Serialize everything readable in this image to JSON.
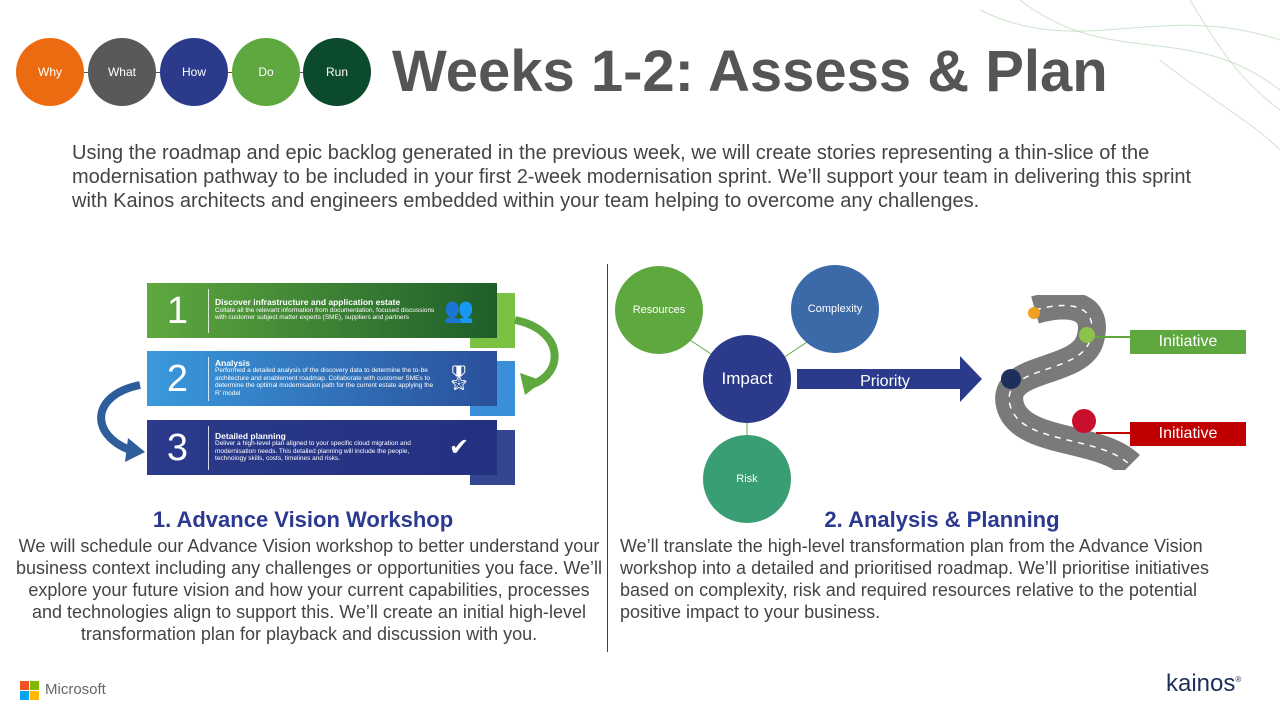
{
  "phases": [
    {
      "label": "Why",
      "color": "#ec6b10"
    },
    {
      "label": "What",
      "color": "#595959"
    },
    {
      "label": "How",
      "color": "#2b3a8a"
    },
    {
      "label": "Do",
      "color": "#5fa83f"
    },
    {
      "label": "Run",
      "color": "#0b4a2c"
    }
  ],
  "title": "Weeks 1-2: Assess & Plan",
  "intro": "Using the roadmap and epic backlog generated in the previous week, we will create stories representing a thin-slice of the modernisation pathway to be included in your first 2-week modernisation sprint. We’ll support your team in delivering this sprint with Kainos architects and engineers embedded within your team helping to overcome any challenges.",
  "steps": [
    {
      "num": "1",
      "title": "Discover infrastructure and application estate",
      "text": "Collate all the relevant information from documentation, focused discussions with customer subject matter experts (SME), suppliers and partners",
      "icon": "people-icon"
    },
    {
      "num": "2",
      "title": "Analysis",
      "text": "Performed a detailed analysis of the discovery data to determine the to-be architecture and enablement roadmap. Collaborate with customer SMEs to determine the optimal modernisation path for the current estate applying the R’ model",
      "icon": "award-ribbon-icon"
    },
    {
      "num": "3",
      "title": "Detailed planning",
      "text": "Deliver a high-level plan aligned to your specific cloud migration and modernisation needs. This detailed planning will include the people, technology skills, costs, timelines and risks.",
      "icon": "check-badge-icon"
    }
  ],
  "section1": {
    "heading": "1. Advance Vision Workshop",
    "body": "We will schedule our Advance Vision workshop to better understand your business context including any challenges or opportunities you face. We’ll explore your future vision and how your current capabilities, processes and technologies align to support this. We’ll create an initial high-level transformation plan for playback and discussion with you."
  },
  "section2": {
    "heading": "2. Analysis & Planning",
    "body": "We’ll translate the high-level transformation plan from the Advance Vision workshop into a detailed and prioritised roadmap. We’ll prioritise initiatives based on complexity, risk and required resources relative to the potential positive impact to your business."
  },
  "diagram": {
    "resources": "Resources",
    "complexity": "Complexity",
    "impact": "Impact",
    "risk": "Risk",
    "priority": "Priority",
    "initiative_green": "Initiative",
    "initiative_red": "Initiative"
  },
  "footer": {
    "microsoft": "Microsoft",
    "kainos": "kainos",
    "kainos_mark": "®"
  }
}
